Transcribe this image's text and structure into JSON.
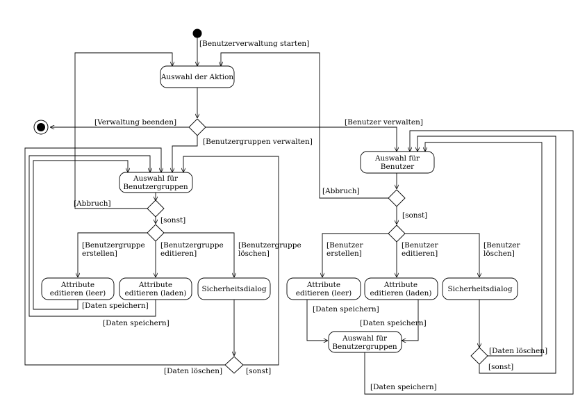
{
  "nodes": {
    "auswahl_aktion": "Auswahl der Aktion",
    "auswahl_gruppen_top": [
      "Auswahl für",
      "Benutzergruppen"
    ],
    "auswahl_benutzer": [
      "Auswahl für",
      "Benutzer"
    ],
    "g_attr_leer": [
      "Attribute",
      "editieren (leer)"
    ],
    "g_attr_laden": [
      "Attribute",
      "editieren (laden)"
    ],
    "g_sicherheit": "Sicherheitsdialog",
    "u_attr_leer": [
      "Attribute",
      "editieren (leer)"
    ],
    "u_attr_laden": [
      "Attribute",
      "editieren (laden)"
    ],
    "u_sicherheit": "Sicherheitsdialog",
    "u_auswahl_gruppen": [
      "Auswahl für",
      "Benutzergruppen"
    ]
  },
  "labels": {
    "start": "[Benutzerverwaltung starten]",
    "beenden": "[Verwaltung beenden]",
    "gruppen_verwalten": "[Benutzergruppen verwalten]",
    "benutzer_verwalten": "[Benutzer verwalten]",
    "g_abbruch": "[Abbruch]",
    "g_sonst": "[sonst]",
    "g_erstellen": [
      "[Benutzergruppe",
      "erstellen]"
    ],
    "g_editieren": [
      "[Benutzergruppe",
      "editieren]"
    ],
    "g_loeschen": [
      "[Benutzergruppe",
      "löschen]"
    ],
    "g_daten_speichern_1": "[Daten speichern]",
    "g_daten_speichern_2": "[Daten speichern]",
    "g_daten_loeschen": "[Daten löschen]",
    "g_sonst2": "[sonst]",
    "u_abbruch": "[Abbruch]",
    "u_sonst": "[sonst]",
    "u_erstellen": [
      "[Benutzer",
      "erstellen]"
    ],
    "u_editieren": [
      "[Benutzer",
      "editieren]"
    ],
    "u_loeschen": [
      "[Benutzer",
      "löschen]"
    ],
    "u_daten_speichern_1": "[Daten speichern]",
    "u_daten_speichern_2": "[Daten speichern]",
    "u_daten_loeschen": "[Daten löschen]",
    "u_sonst2": "[sonst]",
    "u_daten_speichern_3": "[Daten speichern]"
  }
}
